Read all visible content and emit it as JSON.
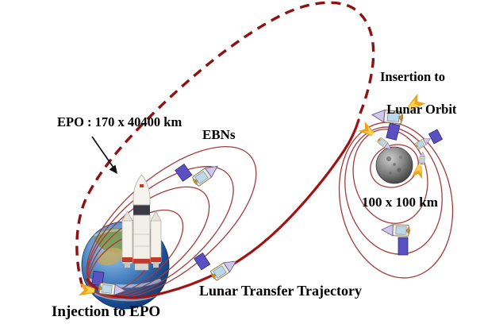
{
  "figure": {
    "kind": "mission-trajectory-diagram",
    "subject": "Earth-to-Moon lunar transfer trajectory profile",
    "labels": {
      "epo": "EPO : 170 x 40400 km",
      "ebns": "EBNs",
      "insertion_line1": "Insertion to",
      "insertion_line2": "Lunar Orbit",
      "lunar_orbit_size": "100 x 100 km",
      "transfer": "Lunar Transfer Trajectory",
      "injection": "Injection to EPO"
    },
    "colors": {
      "background": "#ffffff",
      "dashed_trajectory": "#8d1212",
      "earth_orbit_lines": "#a33b3b",
      "lunar_orbit_lines": "#a33b3b",
      "transfer_line": "#a31212",
      "annotation_arrow": "#111111",
      "label_text": "#000000",
      "solar_panel": "#5a50c2",
      "thruster_flame": "#f0a21b"
    },
    "icons": {
      "earth": "blue-green globe illustration",
      "moon": "gray cratered sphere illustration",
      "rocket": "white launch vehicle with twin strap-on boosters",
      "spacecraft": "probe body with nose cone and solar panel",
      "flame": "orange-yellow thruster plume"
    },
    "elements": {
      "earth_bound_orbits_count": 5,
      "lunar_bound_orbits_count": 4
    }
  }
}
